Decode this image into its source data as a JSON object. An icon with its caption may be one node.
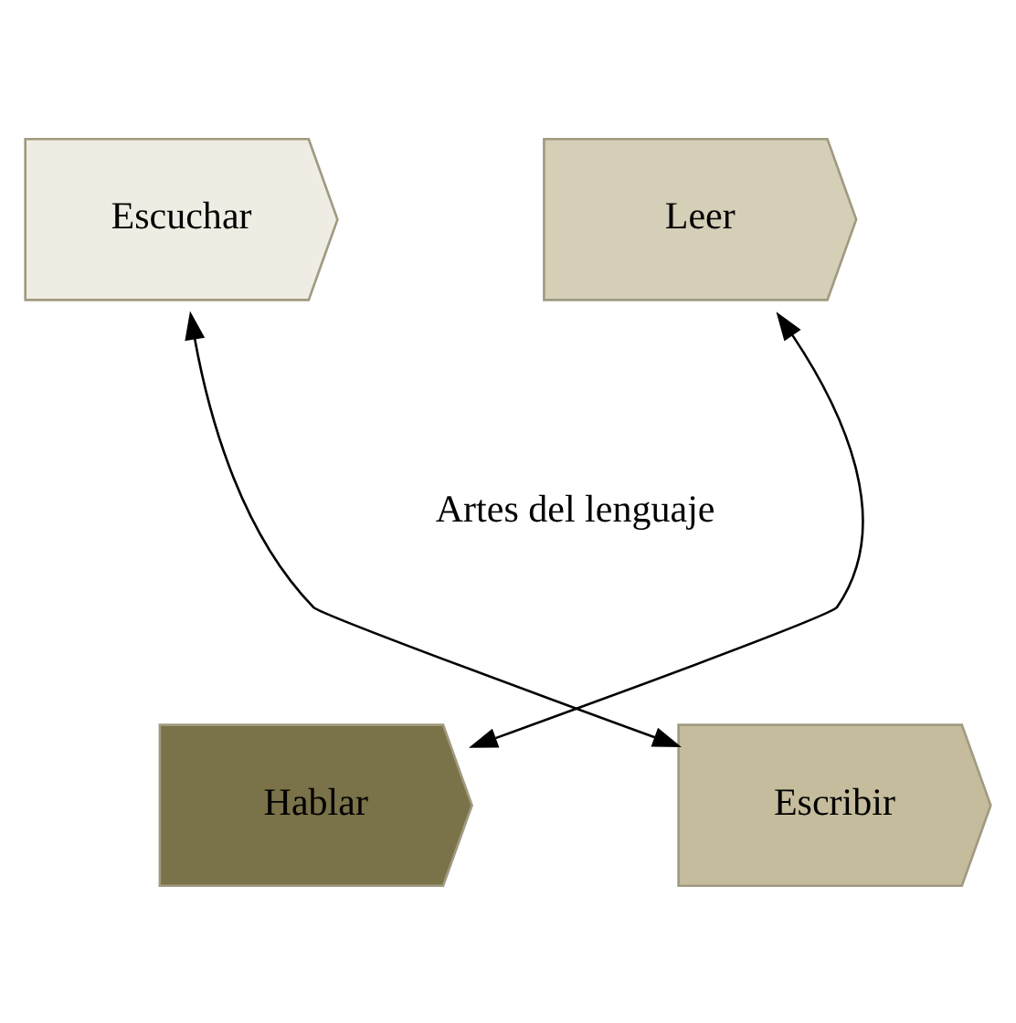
{
  "diagram": {
    "nodes": [
      {
        "text": [
          "Escuchar"
        ]
      },
      {
        "text": [
          "Leer"
        ]
      },
      {
        "text": [
          "Escribir"
        ]
      },
      {
        "text": [
          "Hablar"
        ]
      }
    ],
    "edges": [
      {
        "from": 0,
        "to": 2,
        "arrow": "both"
      },
      {
        "from": 1,
        "to": 3,
        "arrow": "both"
      }
    ],
    "labels": [
      "Artes del lenguaje"
    ]
  }
}
